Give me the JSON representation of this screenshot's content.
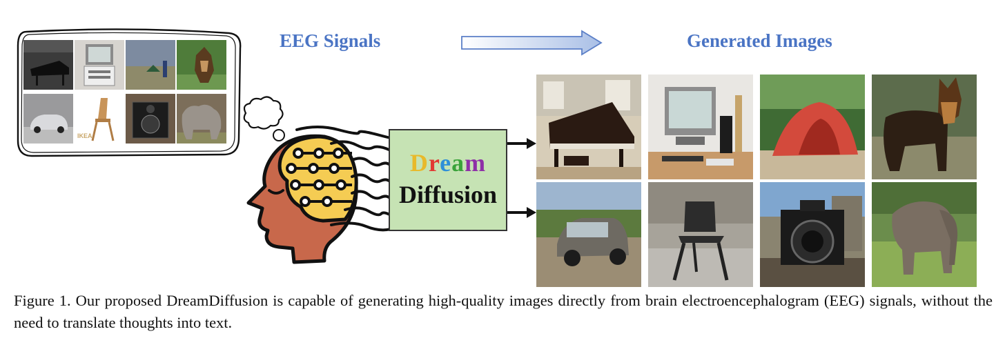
{
  "headings": {
    "eeg": "EEG Signals",
    "generated": "Generated Images"
  },
  "colors": {
    "heading": "#4a74c4",
    "box_fill": "#c6e3b4",
    "head_skin": "#c8684b",
    "brain": "#f5cc53",
    "letters": [
      "#e8b92b",
      "#e23a33",
      "#2e8fd8",
      "#3aa33a",
      "#8e2fa7"
    ]
  },
  "model_box": {
    "dream_letters": [
      "D",
      "r",
      "e",
      "a",
      "m"
    ],
    "diffusion": "Diffusion"
  },
  "stimulus_images": [
    {
      "name": "grand-piano-photo"
    },
    {
      "name": "computer-photo"
    },
    {
      "name": "tent-photo"
    },
    {
      "name": "dog-photo"
    },
    {
      "name": "car-photo"
    },
    {
      "name": "chair-photo",
      "label": "IKEA"
    },
    {
      "name": "camera-photo"
    },
    {
      "name": "elephants-photo"
    }
  ],
  "generated_images": [
    {
      "name": "generated-piano"
    },
    {
      "name": "generated-computer"
    },
    {
      "name": "generated-tent"
    },
    {
      "name": "generated-dog"
    },
    {
      "name": "generated-car"
    },
    {
      "name": "generated-chair"
    },
    {
      "name": "generated-camera"
    },
    {
      "name": "generated-elephant"
    }
  ],
  "caption": "Figure 1. Our proposed DreamDiffusion is capable of generating high-quality images directly from brain electroencephalogram (EEG) signals, without the need to translate thoughts into text."
}
